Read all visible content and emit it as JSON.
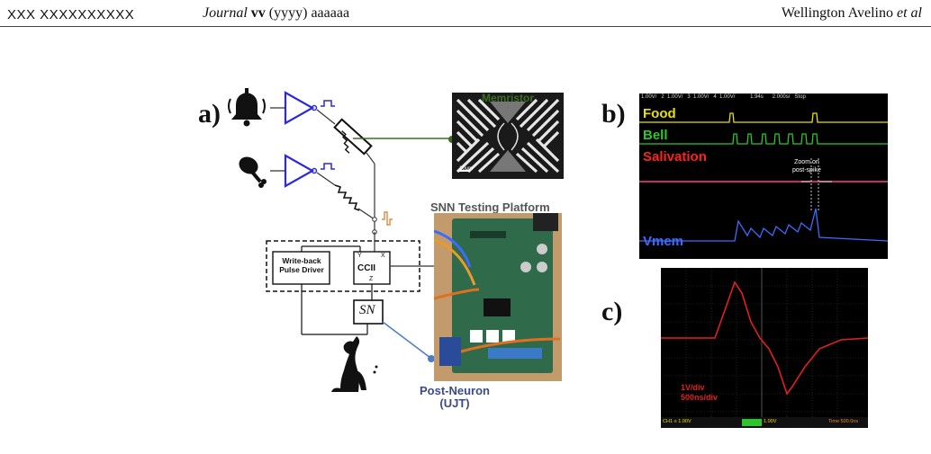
{
  "header": {
    "left": "XXX XXXXXXXXXX",
    "journal_italic": "Journal",
    "volume_bold": "vv",
    "rest": "(yyyy) aaaaaa",
    "authors": "Wellington Avelino",
    "etal": "et al"
  },
  "panels": {
    "a": "a)",
    "b": "b)",
    "c": "c)"
  },
  "circuit": {
    "memristor_label": "Memristor",
    "scale_bar": "10μm",
    "platform_label": "SNN Testing Platform",
    "write_back": "Write-back",
    "pulse_driver": "Pulse Driver",
    "ccii": "CCII",
    "y": "Y",
    "x": "X",
    "z": "Z",
    "sn": "SN",
    "post_neuron": "Post-Neuron",
    "ujt": "(UJT)"
  },
  "scope_b": {
    "status": "1.00V/   2  1.00V/   3  1.00V/   4  1.00V/          1.94s      2.000s/   Stop",
    "food": "Food",
    "bell": "Bell",
    "salivation": "Salivation",
    "vmem": "Vmem",
    "zoom1": "Zoom on",
    "zoom2": "post-spike",
    "colors": {
      "food": "#e8e000",
      "bell": "#2ec52e",
      "salivation": "#ff2020",
      "vmem": "#3b6cff"
    }
  },
  "scope_c": {
    "vdiv": "1V/div",
    "tdiv": "500ns/div",
    "bottom_left": "CH1 ≡  1.00V",
    "bottom_mid": "1.00V",
    "bottom_right": "Time 500.0ns"
  }
}
